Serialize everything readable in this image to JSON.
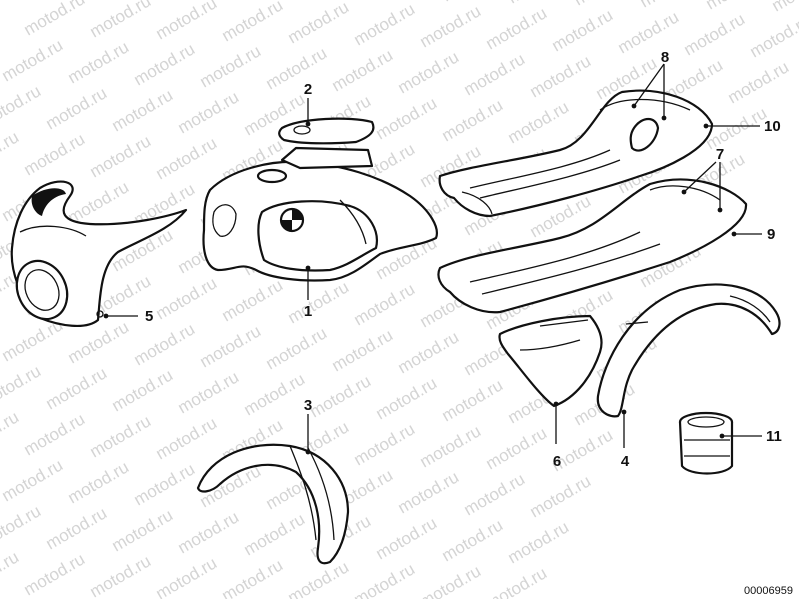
{
  "watermark": {
    "text": "motod.ru"
  },
  "callouts": [
    {
      "id": "1",
      "label": "1"
    },
    {
      "id": "2",
      "label": "2"
    },
    {
      "id": "3",
      "label": "3"
    },
    {
      "id": "4",
      "label": "4"
    },
    {
      "id": "5",
      "label": "5"
    },
    {
      "id": "6",
      "label": "6"
    },
    {
      "id": "7",
      "label": "7"
    },
    {
      "id": "8",
      "label": "8"
    },
    {
      "id": "9",
      "label": "9"
    },
    {
      "id": "10",
      "label": "10"
    },
    {
      "id": "11",
      "label": "11"
    }
  ],
  "diagram_number": "00006959"
}
